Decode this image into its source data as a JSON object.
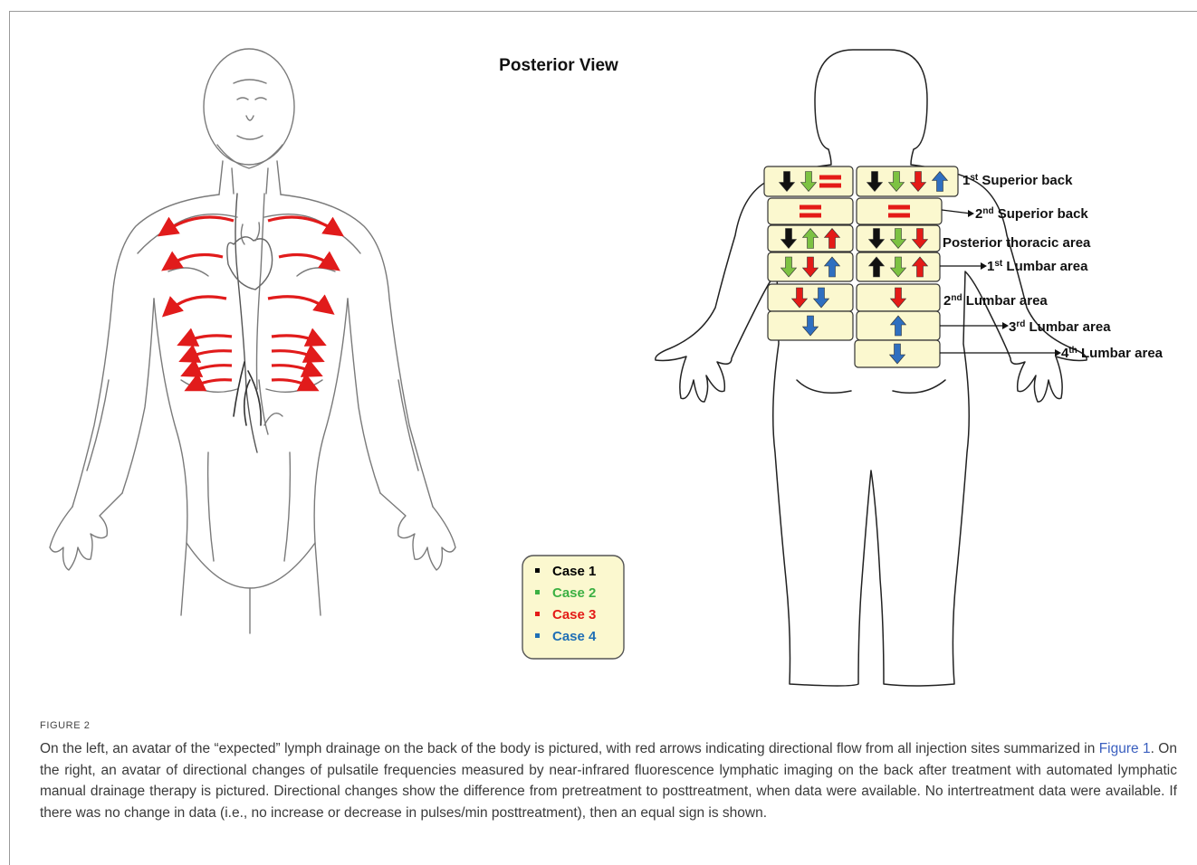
{
  "title": "Posterior View",
  "regions": [
    {
      "id": "r1",
      "label_prefix": "1",
      "label_sup": "st",
      "label_rest": " Superior back",
      "left": [
        "down-black",
        "down-green",
        "equal-red"
      ],
      "right": [
        "down-black",
        "down-green",
        "down-red",
        "up-blue"
      ]
    },
    {
      "id": "r2",
      "label_prefix": "2",
      "label_sup": "nd",
      "label_rest": " Superior back",
      "left": [
        "equal-red"
      ],
      "right": [
        "equal-red"
      ]
    },
    {
      "id": "r3",
      "label_prefix": "",
      "label_sup": "",
      "label_rest": "Posterior thoracic area",
      "left": [
        "down-black",
        "up-green",
        "up-red"
      ],
      "right": [
        "down-black",
        "down-green",
        "down-red"
      ]
    },
    {
      "id": "r4",
      "label_prefix": "1",
      "label_sup": "st",
      "label_rest": " Lumbar area",
      "left": [
        "down-green",
        "down-red",
        "up-blue"
      ],
      "right": [
        "up-black",
        "down-green",
        "up-red"
      ]
    },
    {
      "id": "r5",
      "label_prefix": "2",
      "label_sup": "nd",
      "label_rest": " Lumbar area",
      "left": [
        "down-red",
        "down-blue"
      ],
      "right": [
        "down-red"
      ]
    },
    {
      "id": "r6",
      "label_prefix": "3",
      "label_sup": "rd",
      "label_rest": " Lumbar area",
      "left": [
        "down-blue"
      ],
      "right": [
        "up-blue"
      ]
    },
    {
      "id": "r7",
      "label_prefix": "4",
      "label_sup": "th",
      "label_rest": " Lumbar area",
      "left": [],
      "right": [
        "down-blue"
      ]
    }
  ],
  "legend": [
    {
      "label": "Case 1",
      "color": "#000000"
    },
    {
      "label": "Case 2",
      "color": "#3cb043"
    },
    {
      "label": "Case 3",
      "color": "#e41b17"
    },
    {
      "label": "Case 4",
      "color": "#1f6fb5"
    }
  ],
  "colors": {
    "black": "#111111",
    "green": "#7dc242",
    "red": "#e41b17",
    "blue": "#2f6fc0",
    "box_fill": "#fbf8cf",
    "outline": "#333333",
    "flow_arrow": "#e11b1b"
  },
  "caption": {
    "label": "FIGURE 2",
    "text_before": "On the left, an avatar of the “expected” lymph drainage on the back of the body is pictured, with red arrows indicating directional flow from all injection sites summarized in ",
    "link": "Figure 1",
    "text_after": ". On the right, an avatar of directional changes of pulsatile frequencies measured by near-infrared fluorescence lymphatic imaging on the back after treatment with automated lymphatic manual drainage therapy is pictured. Directional changes show the difference from pretreatment to posttreatment, when data were available. No intertreatment data were available. If there was no change in data (i.e., no increase or decrease in pulses/min posttreatment), then an equal sign is shown."
  }
}
